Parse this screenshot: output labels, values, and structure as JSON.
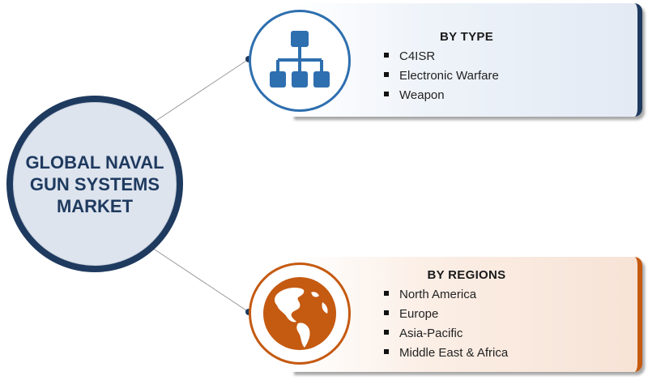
{
  "center": {
    "title": "GLOBAL NAVAL GUN SYSTEMS MARKET"
  },
  "segments": [
    {
      "heading": "BY TYPE",
      "icon": "hierarchy-icon",
      "items": [
        "C4ISR",
        "Electronic Warfare",
        "Weapon"
      ]
    },
    {
      "heading": "BY REGIONS",
      "icon": "globe-icon",
      "items": [
        "North America",
        "Europe",
        "Asia-Pacific",
        "Middle East & Africa"
      ]
    }
  ],
  "colors": {
    "navy": "#1f3a5f",
    "blue": "#2e6faf",
    "orange": "#c55a11"
  }
}
